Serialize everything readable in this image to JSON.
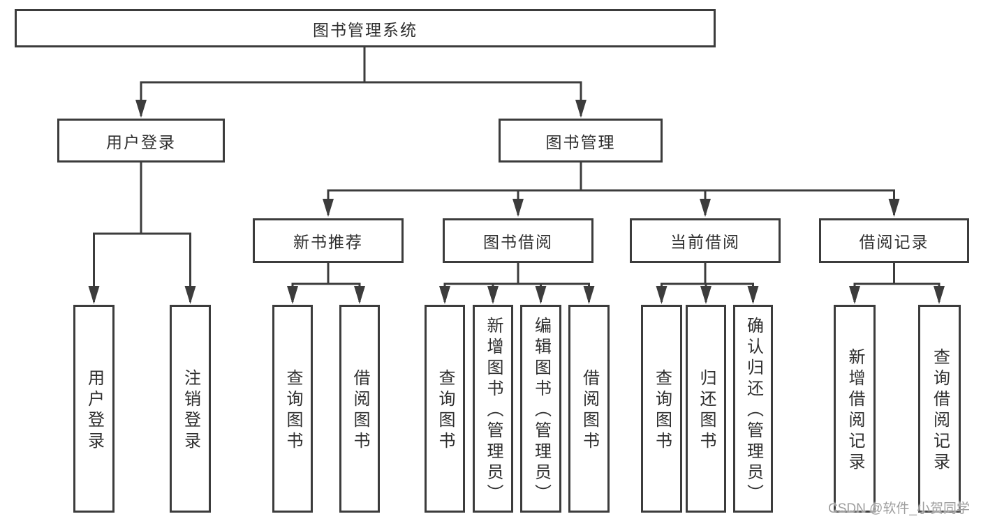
{
  "tree": {
    "label": "图书管理系统",
    "children": [
      {
        "label": "用户登录",
        "children": [
          {
            "label": "用户登录"
          },
          {
            "label": "注销登录"
          }
        ]
      },
      {
        "label": "图书管理",
        "children": [
          {
            "label": "新书推荐",
            "children": [
              {
                "label": "查询图书"
              },
              {
                "label": "借阅图书"
              }
            ]
          },
          {
            "label": "图书借阅",
            "children": [
              {
                "label": "查询图书"
              },
              {
                "label": "新增图书（管理员）"
              },
              {
                "label": "编辑图书（管理员）"
              },
              {
                "label": "借阅图书"
              }
            ]
          },
          {
            "label": "当前借阅",
            "children": [
              {
                "label": "查询图书"
              },
              {
                "label": "归还图书"
              },
              {
                "label": "确认归还（管理员）"
              }
            ]
          },
          {
            "label": "借阅记录",
            "children": [
              {
                "label": "新增借阅记录"
              },
              {
                "label": "查询借阅记录"
              }
            ]
          }
        ]
      }
    ]
  },
  "watermark": "CSDN @软件_小贺同学",
  "colors": {
    "line": "#3c3c3c",
    "text": "#2f2f2f",
    "watermark": "#9e9e9e",
    "background": "#ffffff"
  }
}
